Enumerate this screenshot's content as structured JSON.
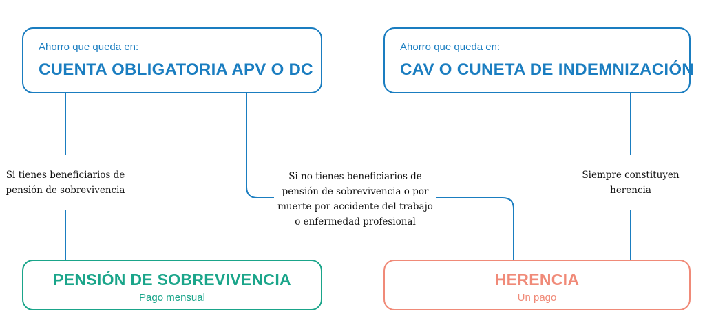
{
  "boxes": {
    "apv": {
      "eyebrow": "Ahorro que queda en:",
      "title": "CUENTA OBLIGATORIA APV O DC"
    },
    "cav": {
      "eyebrow": "Ahorro que queda en:",
      "title": "CAV O CUNETA DE INDEMNIZACIÓN"
    },
    "pension": {
      "title": "PENSIÓN DE SOBREVIVENCIA",
      "subtitle": "Pago mensual"
    },
    "herencia": {
      "title": "HERENCIA",
      "subtitle": "Un pago"
    }
  },
  "labels": {
    "left": {
      "line1": "Si tienes beneficiarios de",
      "line2": "pensión de sobrevivencia"
    },
    "middle": {
      "line1": "Si no tienes beneficiarios de",
      "line2": "pensión de sobrevivencia o por",
      "line3": "muerte por accidente del trabajo",
      "line4": "o enfermedad profesional"
    },
    "right": {
      "line1": "Siempre constituyen",
      "line2": "herencia"
    }
  },
  "colors": {
    "blue": "#1a7dc0",
    "green": "#1aa58a",
    "coral": "#f08a78",
    "text": "#111111"
  }
}
